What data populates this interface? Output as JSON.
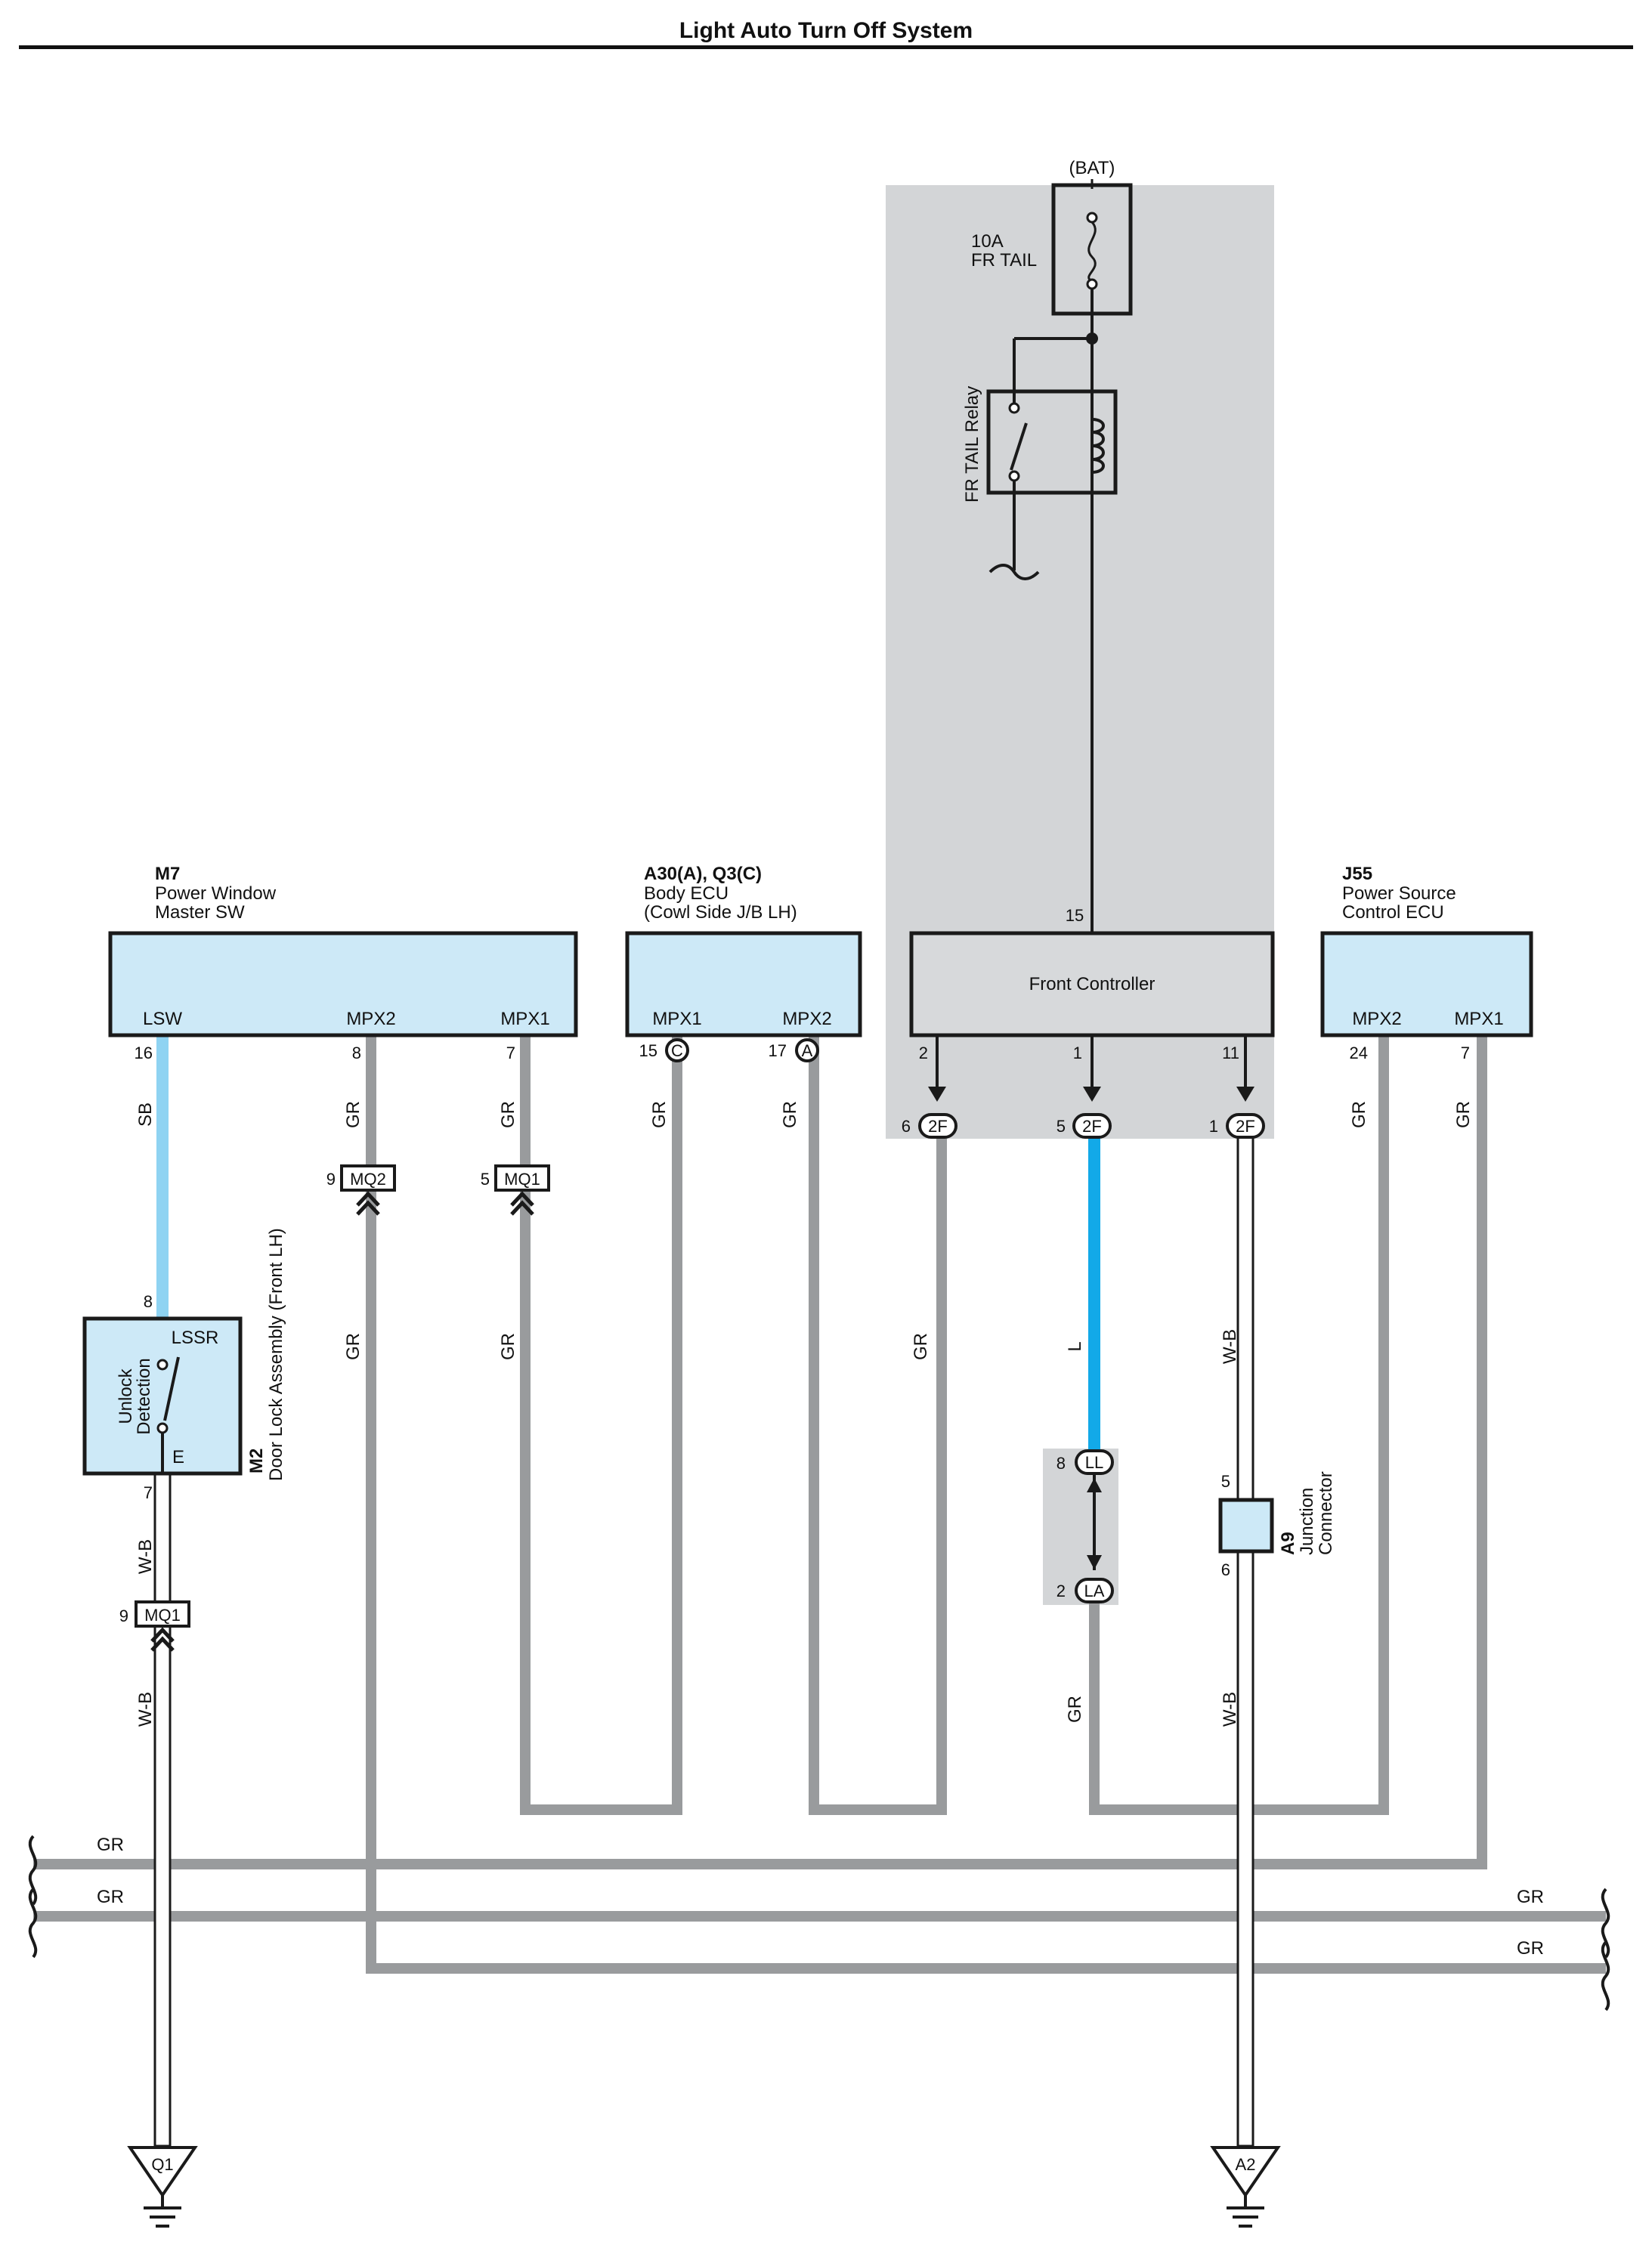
{
  "title": "Light Auto Turn Off System",
  "colors": {
    "gray_wire": "#999b9d",
    "sb_wire": "#8fd3f2",
    "l_wire": "#12a9e8",
    "ecu_fill": "#cde9f7",
    "shade": "#d3d5d7",
    "controller_fill": "#d7d9db",
    "line": "#1a1a1a"
  },
  "supply": {
    "name": "(BAT)",
    "fuse_rating": "10A",
    "fuse_name": "FR TAIL",
    "relay": "FR TAIL Relay"
  },
  "components": {
    "m7": {
      "code": "M7",
      "line1": "Power Window",
      "line2": "Master SW",
      "pins": [
        "LSW",
        "MPX2",
        "MPX1"
      ],
      "pin_numbers": [
        "16",
        "8",
        "7"
      ]
    },
    "body_ecu": {
      "code": "A30(A), Q3(C)",
      "line1": "Body ECU",
      "line2": "(Cowl Side J/B LH)",
      "pins": [
        "MPX1",
        "MPX2"
      ],
      "pin_numbers": [
        "15",
        "17"
      ],
      "connectors": [
        "C",
        "A"
      ]
    },
    "front_controller": {
      "name": "Front Controller",
      "pin_top": "15",
      "pin_numbers": [
        "2",
        "1",
        "11"
      ]
    },
    "j55": {
      "code": "J55",
      "line1": "Power Source",
      "line2": "Control ECU",
      "pins": [
        "MPX2",
        "MPX1"
      ],
      "pin_numbers": [
        "24",
        "7"
      ]
    },
    "m2": {
      "code": "M2",
      "name": "Door Lock Assembly (Front LH)",
      "function1": "Unlock",
      "function2": "Detection",
      "pin_top_label": "LSSR",
      "pin_bottom_label": "E",
      "pin_top": "8",
      "pin_bottom": "7"
    },
    "a9": {
      "code": "A9",
      "line1": "Junction",
      "line2": "Connector",
      "pin_top": "5",
      "pin_bottom": "6"
    }
  },
  "connectors": {
    "mq2": {
      "name": "MQ2",
      "pin": "9"
    },
    "mq1_a": {
      "name": "MQ1",
      "pin": "5"
    },
    "mq1_b": {
      "name": "MQ1",
      "pin": "9"
    },
    "f2_a": {
      "name": "2F",
      "pin": "6"
    },
    "f2_b": {
      "name": "2F",
      "pin": "5"
    },
    "f2_c": {
      "name": "2F",
      "pin": "1"
    },
    "ll": {
      "name": "LL",
      "pin": "8"
    },
    "la": {
      "name": "LA",
      "pin": "2"
    }
  },
  "wire_colors": {
    "sb": "SB",
    "gr": "GR",
    "l": "L",
    "wb": "W-B"
  },
  "grounds": [
    "Q1",
    "A2"
  ]
}
